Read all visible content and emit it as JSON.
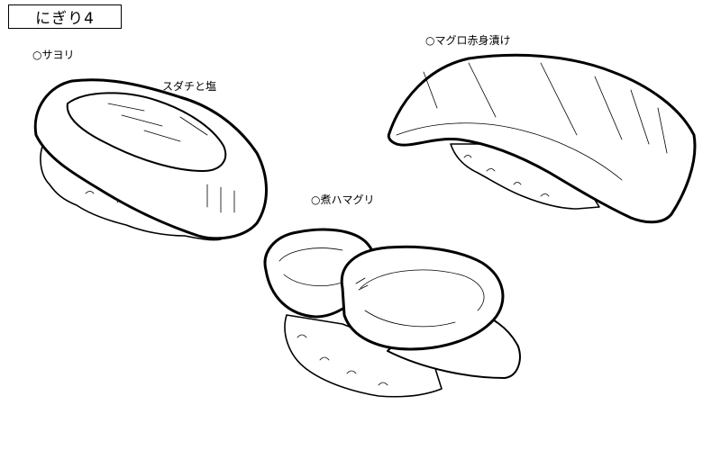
{
  "title": "にぎり4",
  "items": [
    {
      "name": "○サヨリ",
      "note": "スダチと塩"
    },
    {
      "name": "○マグロ赤身漬け"
    },
    {
      "name": "○煮ハマグリ"
    }
  ],
  "colors": {
    "ink": "#000000",
    "paper": "#ffffff"
  }
}
